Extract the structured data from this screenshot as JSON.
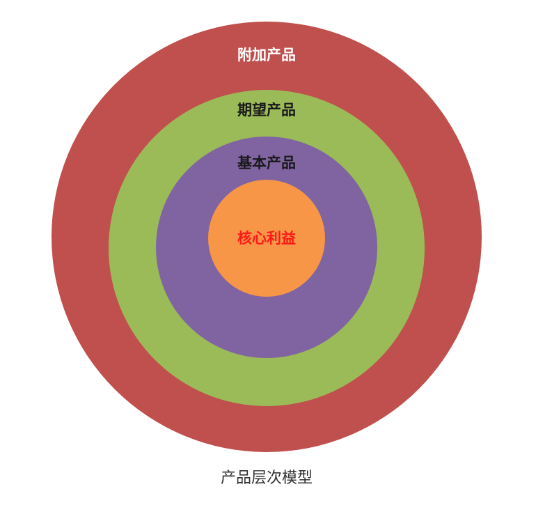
{
  "diagram": {
    "rings": [
      {
        "label": "附加产品",
        "fill": "#C0504D",
        "label_color": "#FFFFFF"
      },
      {
        "label": "期望产品",
        "fill": "#9BBB59",
        "label_color": "#1A1A1A"
      },
      {
        "label": "基本产品",
        "fill": "#8064A2",
        "label_color": "#1A1A1A"
      },
      {
        "label": "核心利益",
        "fill": "#F79646",
        "label_color": "#FF1A1A"
      }
    ],
    "caption": "产品层次模型",
    "caption_color": "#333333"
  }
}
